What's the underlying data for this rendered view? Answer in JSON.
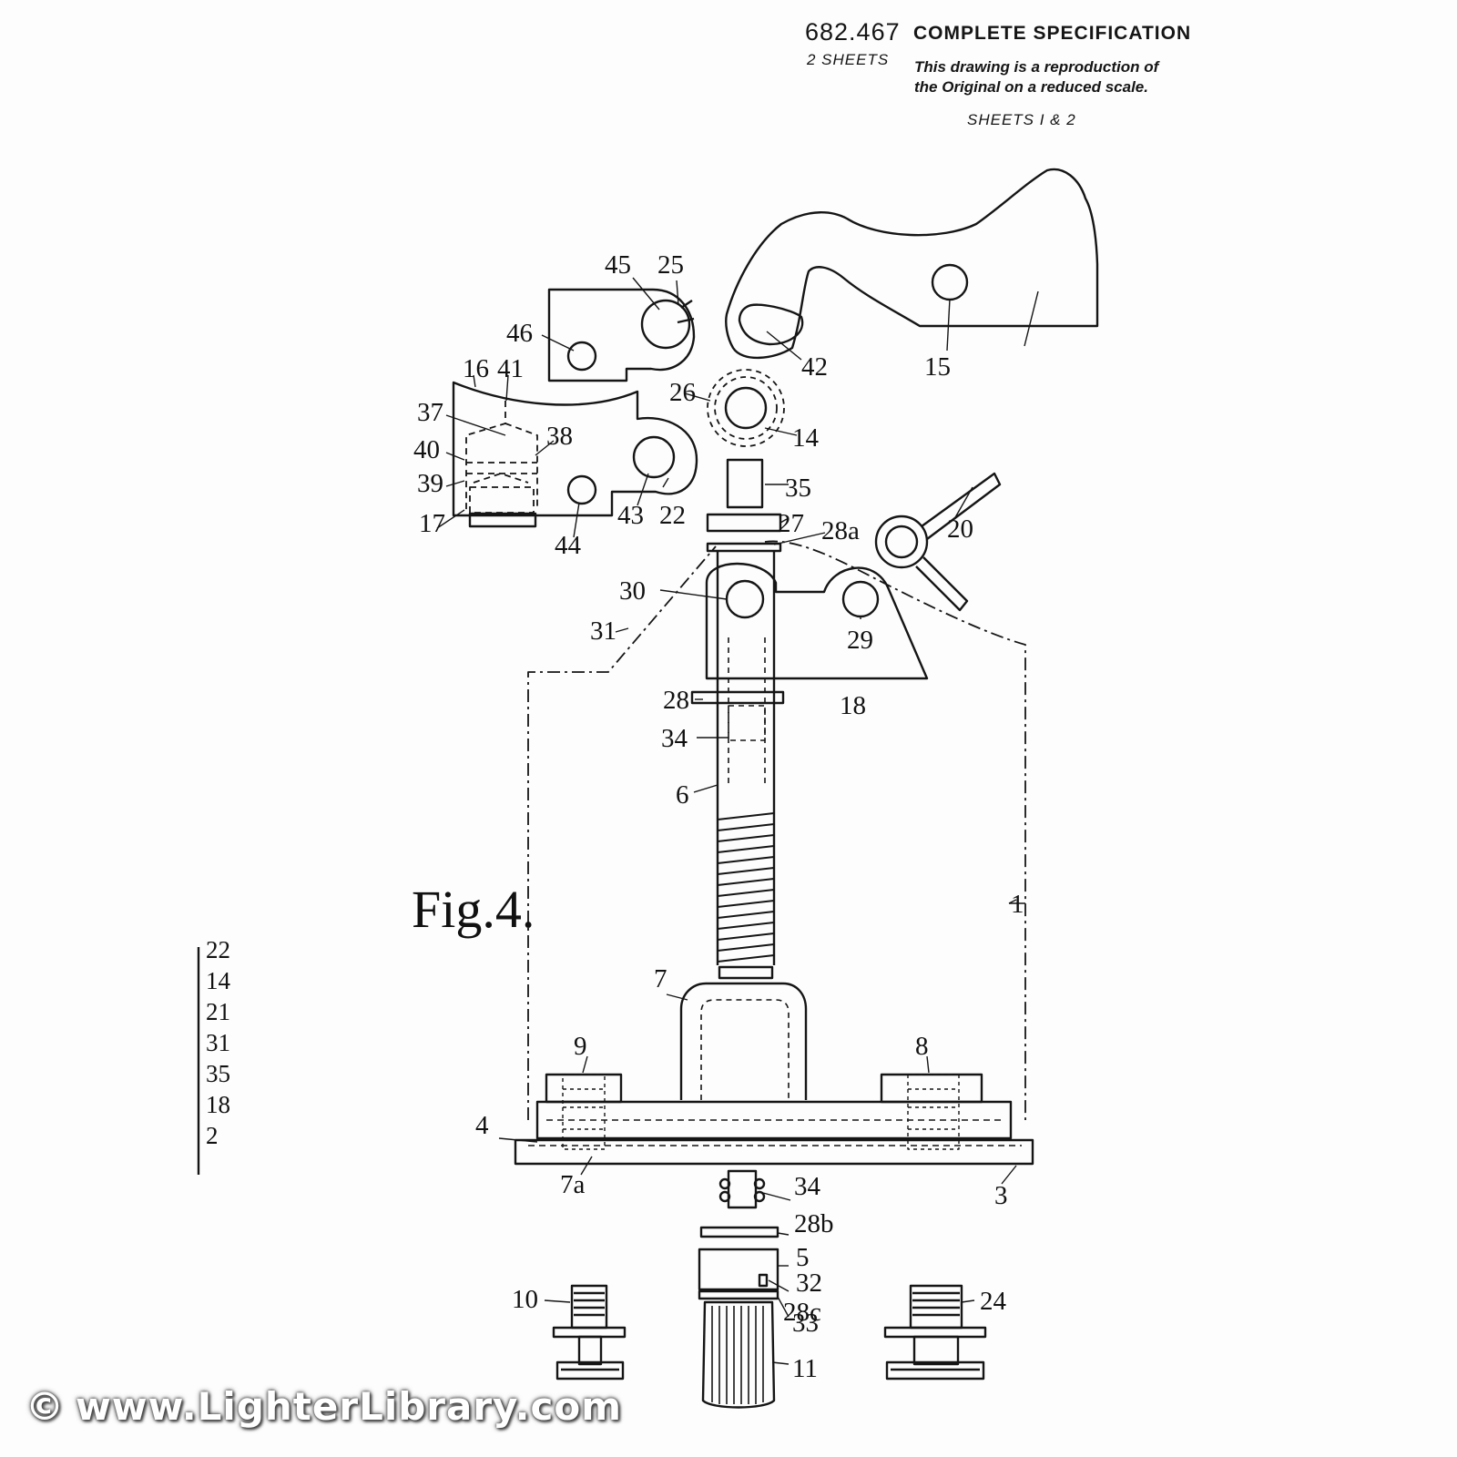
{
  "header": {
    "number": "682.467",
    "title": "COMPLETE SPECIFICATION",
    "sheets": "2 SHEETS",
    "note_line1": "This drawing is a reproduction of",
    "note_line2": "the Original on a reduced scale.",
    "sheets_ref": "SHEETS  I  & 2"
  },
  "figure": {
    "label": "Fig.4.",
    "part_labels": [
      "45",
      "25",
      "46",
      "16",
      "41",
      "37",
      "38",
      "40",
      "39",
      "17",
      "44",
      "43",
      "22",
      "26",
      "14",
      "35",
      "27",
      "28a",
      "20",
      "30",
      "29",
      "31",
      "18",
      "28",
      "34",
      "6",
      "1",
      "7",
      "9",
      "8",
      "4",
      "7a",
      "3",
      "34",
      "28b",
      "5",
      "32",
      "28c",
      "33",
      "11",
      "10",
      "24",
      "42",
      "15"
    ],
    "side_list": [
      "22",
      "14",
      "21",
      "31",
      "35",
      "18",
      "2"
    ]
  },
  "watermark": {
    "symbol": "©",
    "text": "www.LighterLibrary.com"
  }
}
